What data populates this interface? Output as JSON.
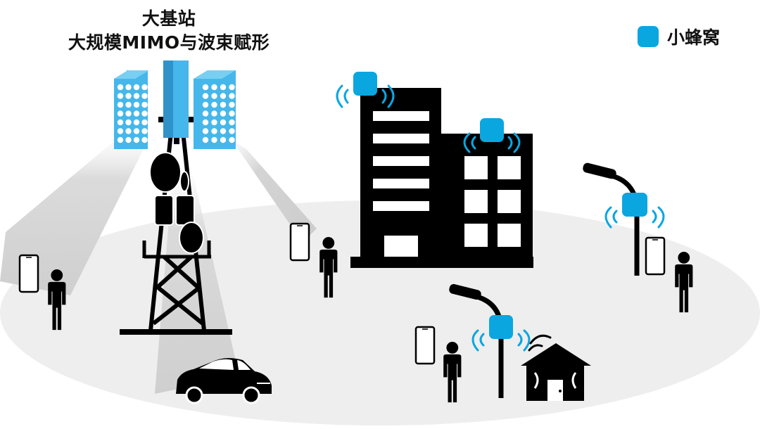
{
  "diagram": {
    "title_line1": "大基站",
    "title_line2": "大规模MIMO与波束赋形",
    "legend": {
      "label": "小蜂窝",
      "color": "#0aa6e0"
    }
  },
  "colors": {
    "accent": "#0aa6e0",
    "antenna_fill": "#45b7ea",
    "antenna_dot": "#ffffff",
    "ground": "#eeeeee",
    "beam": "#d9d9d9",
    "ink": "#000000"
  },
  "icons": {
    "base_station": "cell-tower-icon",
    "antenna_panel": "antenna-array-icon",
    "small_cell": "small-cell-icon",
    "building": "office-building-icon",
    "street_light": "street-light-icon",
    "house": "house-icon",
    "person": "person-icon",
    "phone": "smartphone-icon",
    "car": "car-icon",
    "signal": "wifi-waves-icon"
  }
}
